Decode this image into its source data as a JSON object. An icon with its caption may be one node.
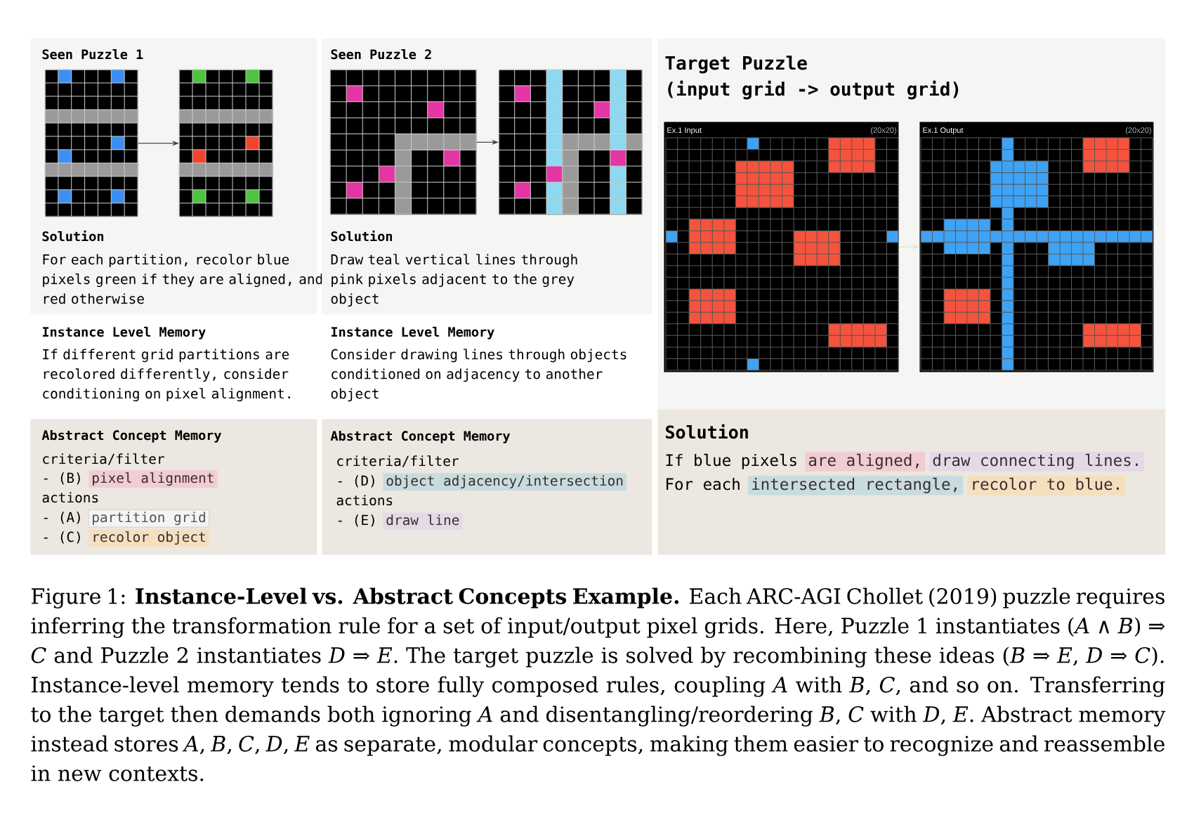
{
  "diagram": {
    "caption": "Figure 1:   **Instance-Level vs. Abstract Concepts Example.** Each ARC-AGI Chollet (2019) puzzle requires inferring the transformation rule for a set of input/output pixel grids. Here, Puzzle 1 instantiates (*A* ∧ *B*) ⇒ *C* and Puzzle 2 instantiates *D* ⇒ *E*. The target puzzle is solved by recombining these ideas (*B* ⇒ *E*, *D* ⇒ *C*). Instance-level memory tends to store fully composed rules, coupling *A* with *B*, *C*, and so on. Transferring to the target then demands both ignoring *A* and disentangling/reordering *B*, *C* with *D*, *E*. Abstract memory instead stores *A*, *B*, *C*, *D*, *E* as separate, modular concepts, making them easier to recognize and reassemble in new contexts.",
    "nodes": [
      {
        "text": [
          "Seen Puzzle 1",
          "Solution",
          "For each partition, recolor blue pixels green if they are aligned, and red otherwise"
        ]
      },
      {
        "text": [],
        "shape": "grid",
        "in": 0
      },
      {
        "text": [],
        "shape": "grid",
        "in": 0
      },
      {
        "text": [
          "Instance Level Memory",
          "If different grid partitions are recolored differently, consider conditioning on pixel alignment."
        ]
      },
      {
        "text": [
          "Abstract Concept Memory",
          "criteria/filter",
          "- (B)",
          "pixel alignment",
          "actions",
          "- (A)",
          "partition grid",
          "- (C)",
          "recolor object"
        ]
      },
      {
        "text": [
          "Seen Puzzle 2",
          "Solution",
          "Draw teal vertical lines through pink pixels adjacent to the grey object"
        ]
      },
      {
        "text": [],
        "shape": "grid",
        "in": 5
      },
      {
        "text": [],
        "shape": "grid",
        "in": 5
      },
      {
        "text": [
          "Instance Level Memory",
          "Consider drawing lines through objects conditioned on adjacency to another object"
        ]
      },
      {
        "text": [
          "Abstract Concept Memory",
          "criteria/filter",
          "- (D)",
          "object adjacency/intersection",
          "actions",
          "- (E)",
          "draw line"
        ]
      },
      {
        "text": [
          "Target Puzzle",
          "(input grid -> output grid)"
        ]
      },
      {
        "text": [
          "Ex.1 Input",
          "(20x20)"
        ],
        "in": 10
      },
      {
        "text": [
          "Ex.1 Output",
          "(20x20)"
        ],
        "in": 10
      },
      {
        "text": [
          "Solution",
          "If blue pixels",
          "are aligned,",
          "draw connecting lines.",
          "For each",
          "intersected rectangle,",
          "recolor to blue."
        ]
      }
    ],
    "edges": [
      {
        "from": 1,
        "to": 2,
        "arrow": "to"
      },
      {
        "from": 6,
        "to": 7,
        "arrow": "to"
      },
      {
        "from": 11,
        "to": 12,
        "arrow": "to",
        "color": "#e0e0e0"
      }
    ]
  }
}
